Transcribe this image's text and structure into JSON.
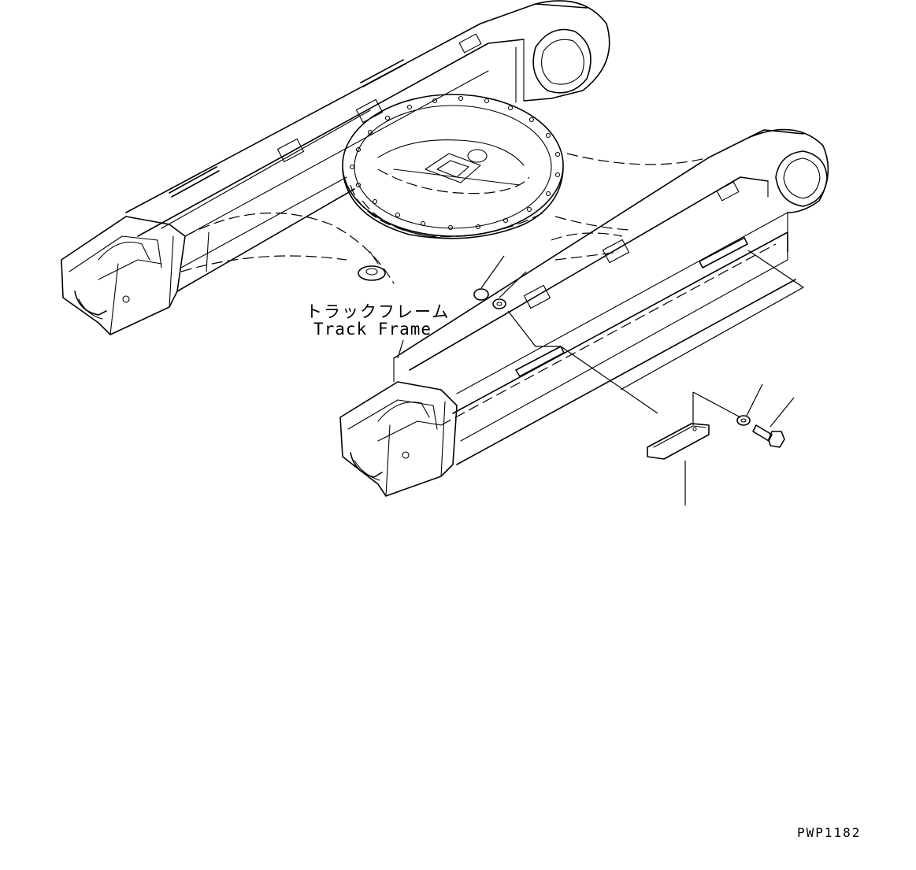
{
  "label": {
    "japanese": "トラックフレーム",
    "english": "Track Frame"
  },
  "drawing_code": "PWP1182"
}
